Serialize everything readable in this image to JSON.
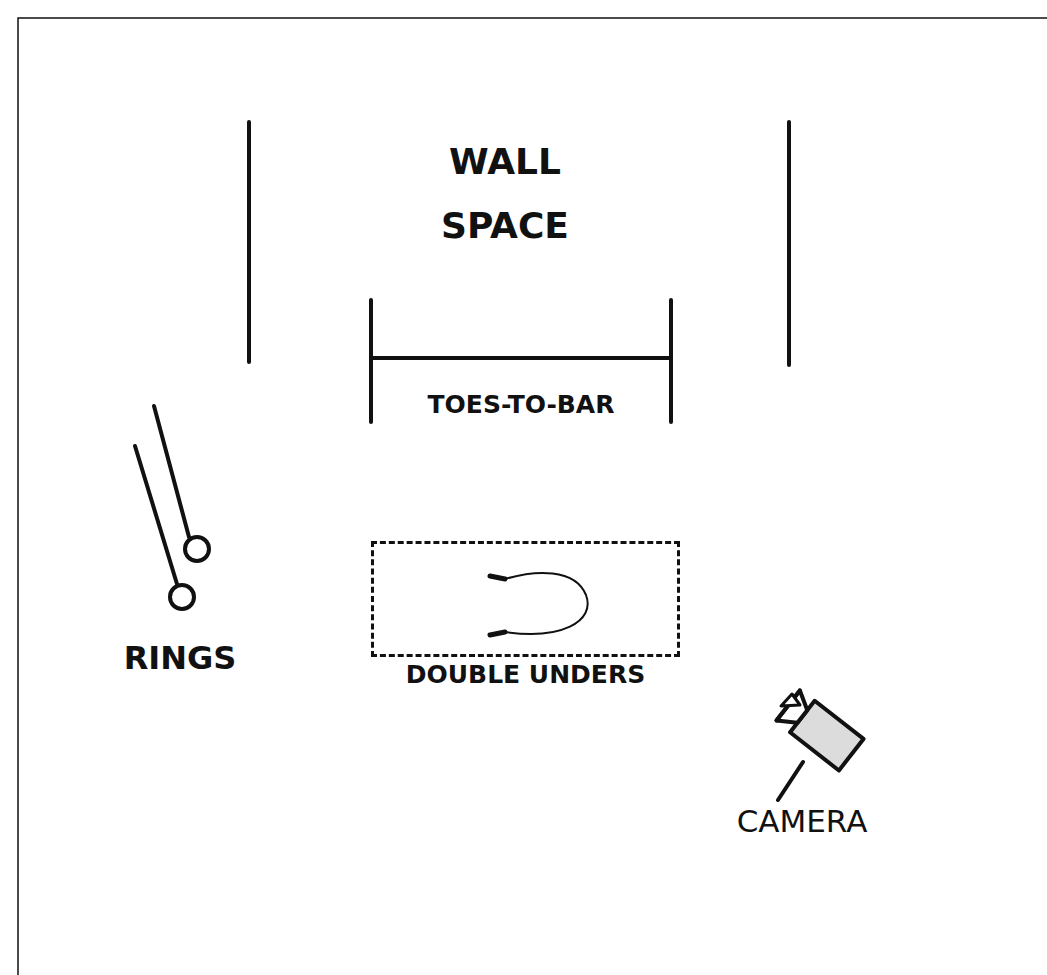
{
  "diagram": {
    "nodes": [
      {
        "text": [
          "DOUBLE UNDERS"
        ]
      }
    ],
    "labels": [
      "WALL SPACE",
      "TOES-TO-BAR",
      "RINGS",
      "CAMERA"
    ]
  }
}
